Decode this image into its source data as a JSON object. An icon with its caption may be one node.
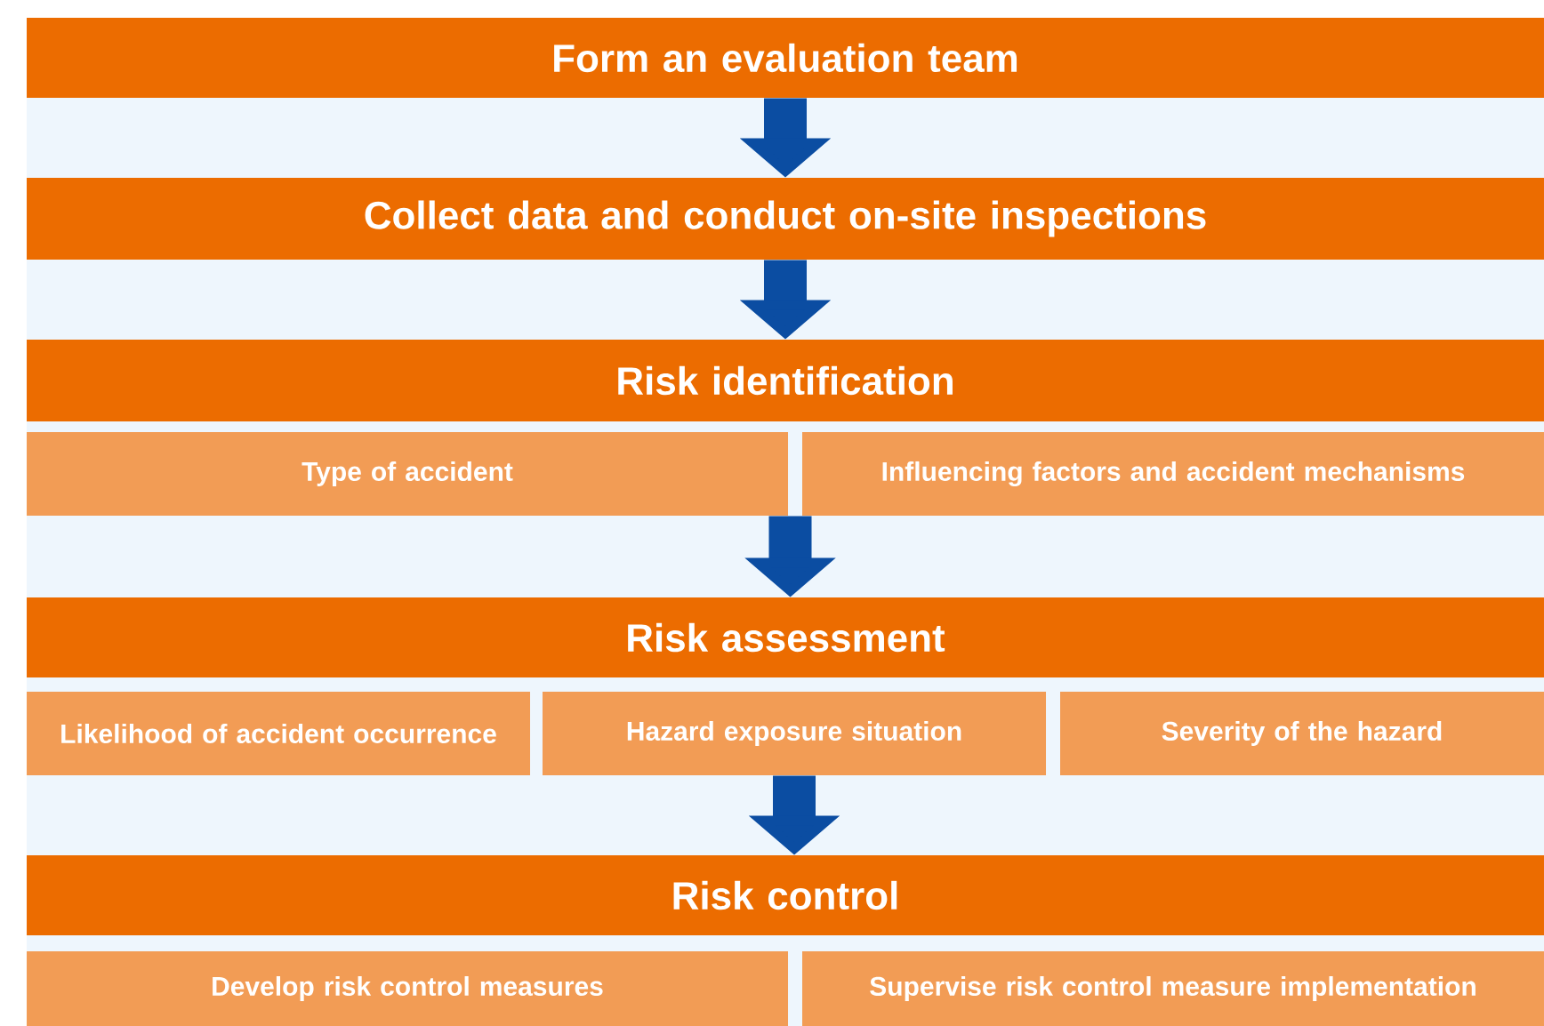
{
  "diagram": {
    "nodes": [
      {
        "text": [
          "Form an evaluation team"
        ]
      },
      {
        "text": [
          "Collect data and conduct on-site inspections"
        ]
      },
      {
        "text": [
          "Risk identification"
        ]
      },
      {
        "text": [
          "Type of accident"
        ]
      },
      {
        "text": [
          "Influencing factors and accident mechanisms"
        ]
      },
      {
        "text": [
          "Risk assessment"
        ]
      },
      {
        "text": [
          "Likelihood of accident occurrence"
        ]
      },
      {
        "text": [
          "Hazard exposure situation"
        ]
      },
      {
        "text": [
          "Severity of the hazard"
        ]
      },
      {
        "text": [
          "Risk control"
        ]
      },
      {
        "text": [
          "Develop risk control measures"
        ]
      },
      {
        "text": [
          "Supervise risk control measure implementation"
        ]
      }
    ],
    "edges": [
      {
        "from": 0,
        "to": 1,
        "arrow": "to"
      },
      {
        "from": 1,
        "to": 2,
        "arrow": "to"
      },
      {
        "from": 3,
        "to": 5,
        "arrow": "to"
      },
      {
        "from": 4,
        "to": 5,
        "arrow": "to"
      },
      {
        "from": 7,
        "to": 9,
        "arrow": "to"
      }
    ]
  }
}
